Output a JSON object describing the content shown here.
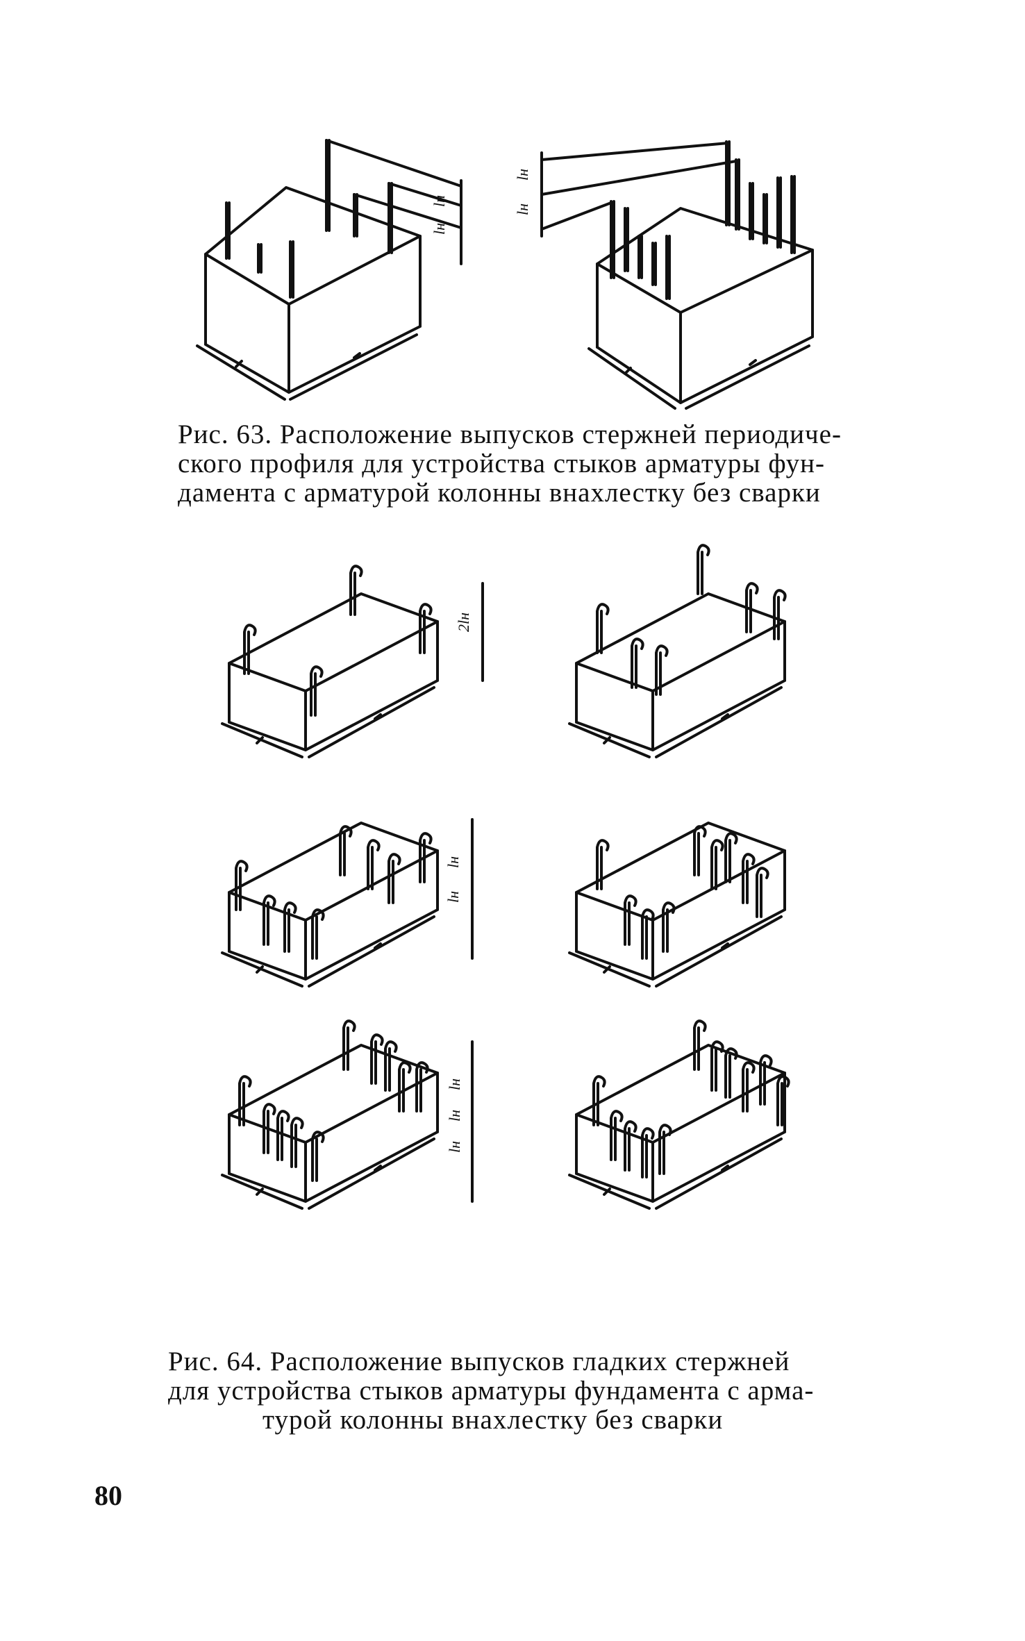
{
  "page": {
    "number": "80"
  },
  "figure_63": {
    "caption_lines": [
      "Рис. 63. Расположение выпусков стержней периодиче-",
      "ского профиля для устройства стыков арматуры фун-",
      "дамента с арматурой колонны внахлестку без сварки"
    ],
    "dimension_label": "lн"
  },
  "figure_64": {
    "caption_lines": [
      "Рис. 64. Расположение выпусков гладких стержней",
      "для устройства стыков арматуры фундамента с арма-",
      "турой колонны внахлестку без сварки"
    ],
    "dimension_label": "lн",
    "dimension_label_double": "2lн"
  },
  "colors": {
    "ink": "#111111",
    "paper": "#ffffff"
  }
}
